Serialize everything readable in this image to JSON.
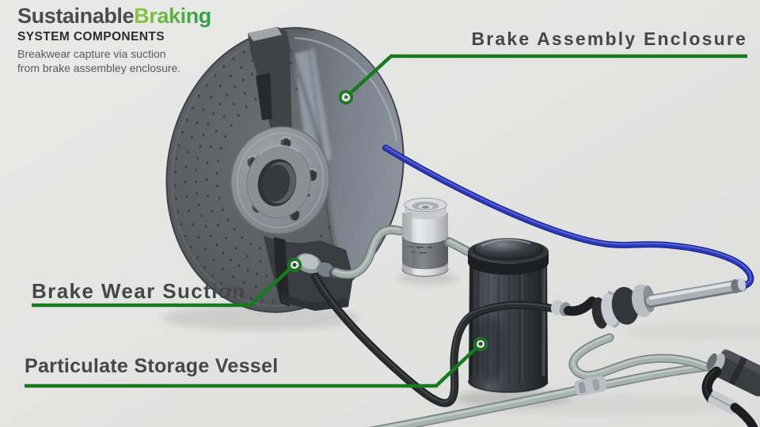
{
  "header": {
    "brand_primary": "Sustainable",
    "brand_accent": "Braking",
    "subtitle": "SYSTEM COMPONENTS",
    "description_line1": "Breakwear capture via suction",
    "description_line2": "from brake assembley enclosure."
  },
  "callouts": {
    "enclosure": "Brake Assembly Enclosure",
    "suction": "Brake Wear Suction",
    "vessel": "Particulate Storage Vessel"
  },
  "colors": {
    "callout_green": "#177a1d",
    "brand_green_light": "#8dc63f",
    "brand_green_dark": "#2f9e44",
    "label_text": "#454648",
    "background": "#e4e4e3"
  },
  "scene_parts": [
    "brake-disc-rotor",
    "brake-assembly-enclosure",
    "wheel-hub",
    "brake-wear-suction-port",
    "inline-filter-canister",
    "particulate-storage-vessel",
    "capture-hose-black",
    "vacuum-hose-blue",
    "brake-line-fittings"
  ]
}
